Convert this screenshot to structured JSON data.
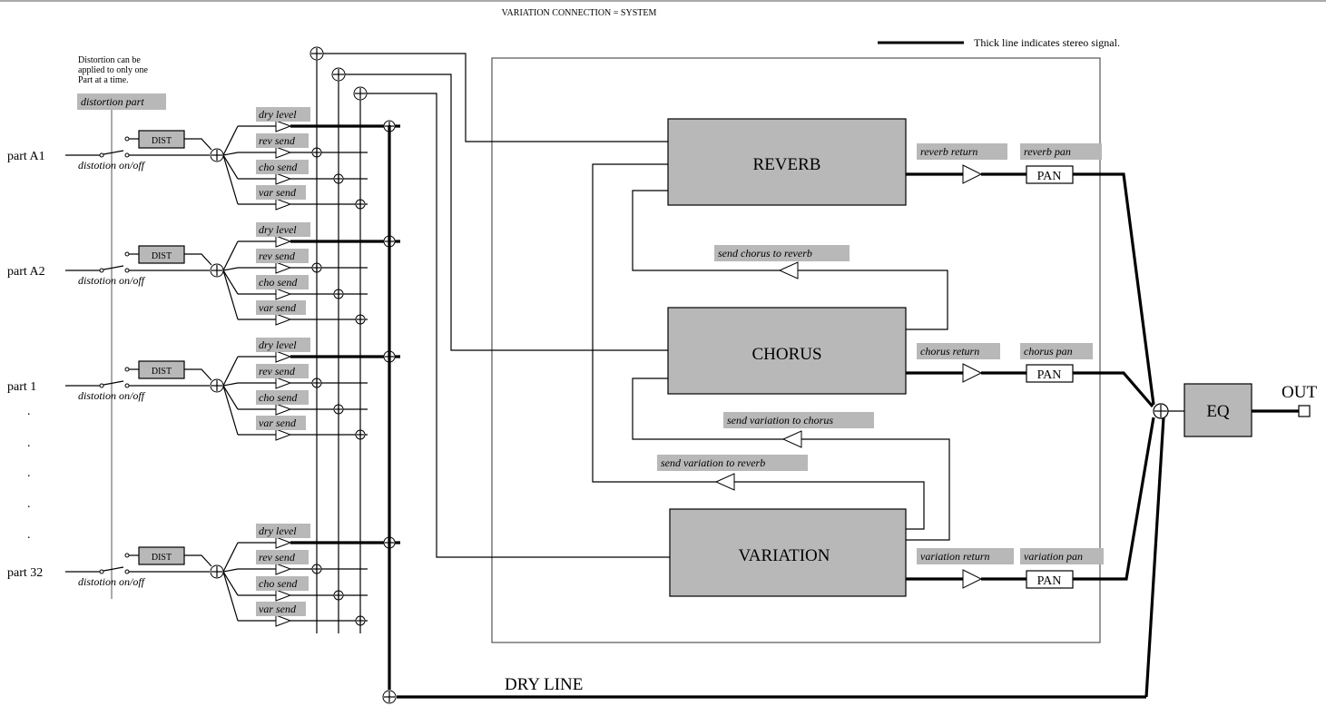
{
  "title": "VARIATION CONNECTION = SYSTEM",
  "legend": "Thick line indicates stereo signal.",
  "note_lines": [
    "Distortion can be",
    "applied to only one",
    "Part at a time."
  ],
  "distortion_part_label": "distortion part",
  "parts": [
    "part  A1",
    "part  A2",
    "part  1",
    "part  32"
  ],
  "dist_label": "DIST",
  "dist_switch_label": "distotion on/off",
  "send_labels": [
    "dry level",
    "rev send",
    "cho send",
    "var send"
  ],
  "effects": {
    "reverb": {
      "name": "REVERB",
      "return": "reverb return",
      "pan": "reverb pan"
    },
    "chorus": {
      "name": "CHORUS",
      "return": "chorus return",
      "pan": "chorus pan"
    },
    "variation": {
      "name": "VARIATION",
      "return": "variation return",
      "pan": "variation pan"
    }
  },
  "pan_label": "PAN",
  "send_chorus_to_reverb": "send chorus to reverb",
  "send_variation_to_chorus": "send variation to chorus",
  "send_variation_to_reverb": "send variation to reverb",
  "eq_label": "EQ",
  "out_label": "OUT",
  "dry_line_label": "DRY LINE",
  "ellipsis_dot": "."
}
